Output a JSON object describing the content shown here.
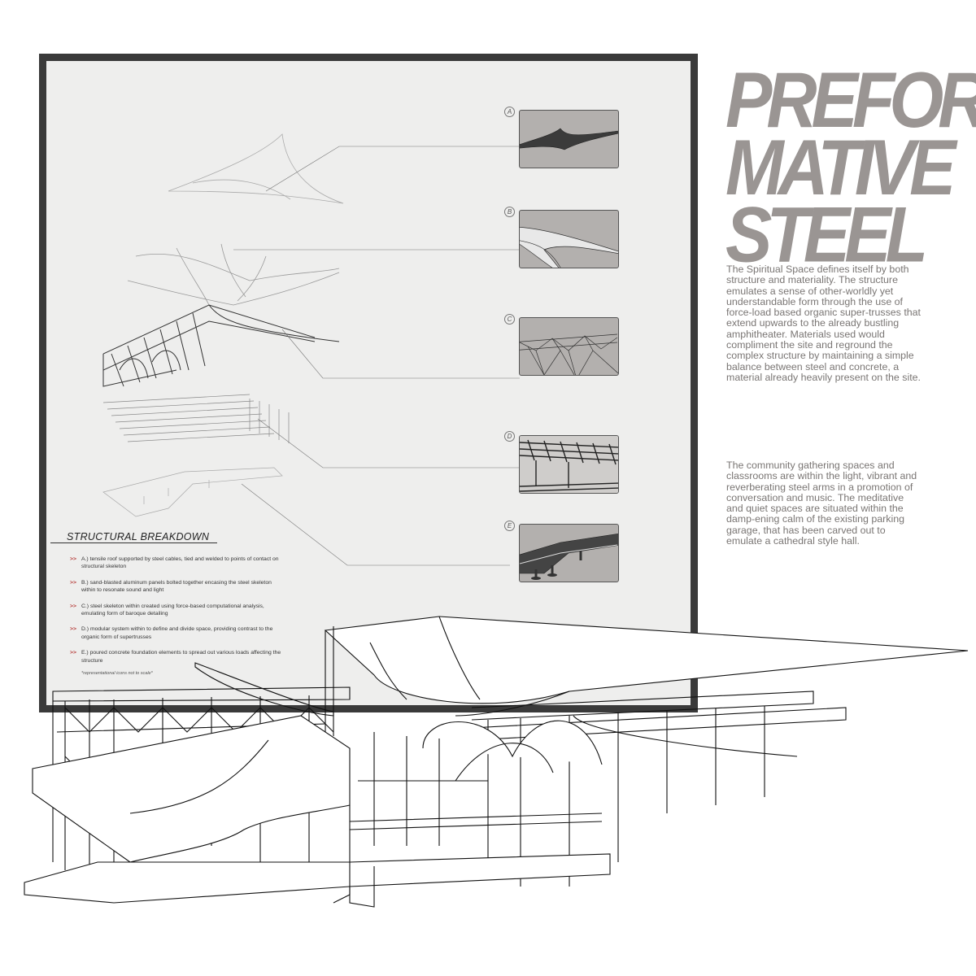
{
  "title": {
    "lines": [
      "PREFOR",
      "MATIVE",
      "STEEL"
    ]
  },
  "description": {
    "paragraph_1": "The Spiritual Space defines itself by both structure and materiality. The structure emulates a sense of other-worldly yet understandable form through the use of force-load based organic super-trusses that extend upwards to the already bustling amphitheater. Materials used would compliment the site and reground the complex structure by maintaining a simple balance between steel and concrete, a material already heavily present on the site.",
    "paragraph_2": "The community gathering spaces and classrooms are within the light, vibrant and reverberating steel arms in a promotion of conversation and music. The meditative and quiet spaces are situated within the damp-ening calm of the existing parking garage, that has been carved out to emulate a cathedral style hall."
  },
  "structural_breakdown": {
    "heading": "STRUCTURAL BREAKDOWN",
    "bullet_marker": ">>",
    "items": [
      "A.) tensile roof supported by steel cables, tied and welded to points of contact on structural skeleton",
      "B.) sand-blasted aluminum panels bolted together encasing the steel skeleton within to resonate sound and light",
      "C.) steel skeleton within created using force-based computational analysis, emulating form of baroque detailing",
      "D.) modular system within to define and divide space, providing contrast to the organic form of supertrusses",
      "E.) poured concrete foundation elements to spread out various loads affecting the structure"
    ],
    "note": "*representational icons not to scale*"
  },
  "callouts": [
    {
      "letter": "A",
      "name": "tensile-roof"
    },
    {
      "letter": "B",
      "name": "aluminum-panels"
    },
    {
      "letter": "C",
      "name": "steel-skeleton"
    },
    {
      "letter": "D",
      "name": "modular-system"
    },
    {
      "letter": "E",
      "name": "concrete-foundation"
    }
  ],
  "colors": {
    "title_gray": "#9a9593",
    "frame_border": "#3a3a3a",
    "panel_bg": "#eeeeed",
    "thumb_bg": "#b3b0ae",
    "bullet_red": "#b8413e"
  }
}
